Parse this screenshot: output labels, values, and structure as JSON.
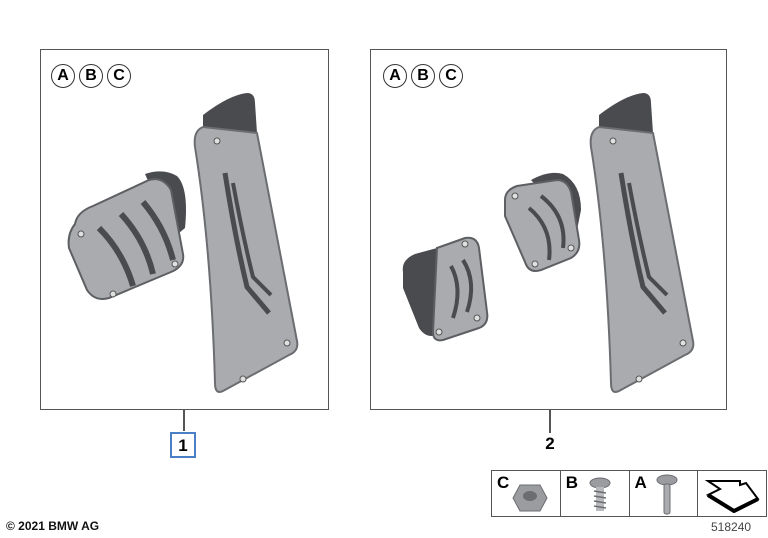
{
  "panels": [
    {
      "id": "panel-1",
      "variants": [
        "A",
        "B",
        "C"
      ],
      "callout": "1",
      "callout_highlighted": true,
      "contents": [
        "brake pedal pad",
        "footrest / accelerator pad"
      ]
    },
    {
      "id": "panel-2",
      "variants": [
        "A",
        "B",
        "C"
      ],
      "callout": "2",
      "callout_highlighted": false,
      "contents": [
        "clutch pedal pad",
        "brake pedal pad",
        "footrest / accelerator pad"
      ]
    }
  ],
  "legend": {
    "cells": [
      {
        "label": "C",
        "icon": "hex-nut-icon"
      },
      {
        "label": "B",
        "icon": "self-tapping-screw-icon"
      },
      {
        "label": "A",
        "icon": "countersunk-bolt-icon"
      },
      {
        "label": "",
        "icon": "page-pointer-icon"
      }
    ]
  },
  "footer": {
    "copyright": "© 2021 BMW AG",
    "diagram_number": "518240"
  },
  "colors": {
    "border": "#555555",
    "highlight": "#4a7fc8",
    "metal": "#a9abae",
    "rubber": "#4a4b4e"
  }
}
